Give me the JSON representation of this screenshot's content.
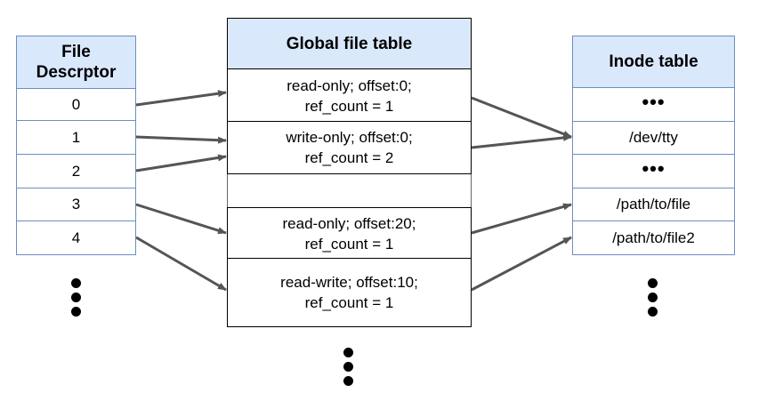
{
  "file_descriptor": {
    "header_line1": "File",
    "header_line2": "Descrptor",
    "rows": [
      "0",
      "1",
      "2",
      "3",
      "4"
    ]
  },
  "global_file_table": {
    "header": "Global file table",
    "entries": [
      {
        "line1": "read-only; offset:0;",
        "line2": "ref_count = 1"
      },
      {
        "line1": "write-only; offset:0;",
        "line2": "ref_count = 2"
      },
      {
        "line1": "read-only; offset:20;",
        "line2": "ref_count = 1"
      },
      {
        "line1": "read-write; offset:10;",
        "line2": "ref_count = 1"
      }
    ]
  },
  "inode_table": {
    "header": "Inode table",
    "rows": [
      "•••",
      "/dev/tty",
      "•••",
      "/path/to/file",
      "/path/to/file2"
    ]
  },
  "colors": {
    "header_fill": "#dae8fc",
    "blue_border": "#6c8ebf",
    "arrow": "#555555"
  }
}
